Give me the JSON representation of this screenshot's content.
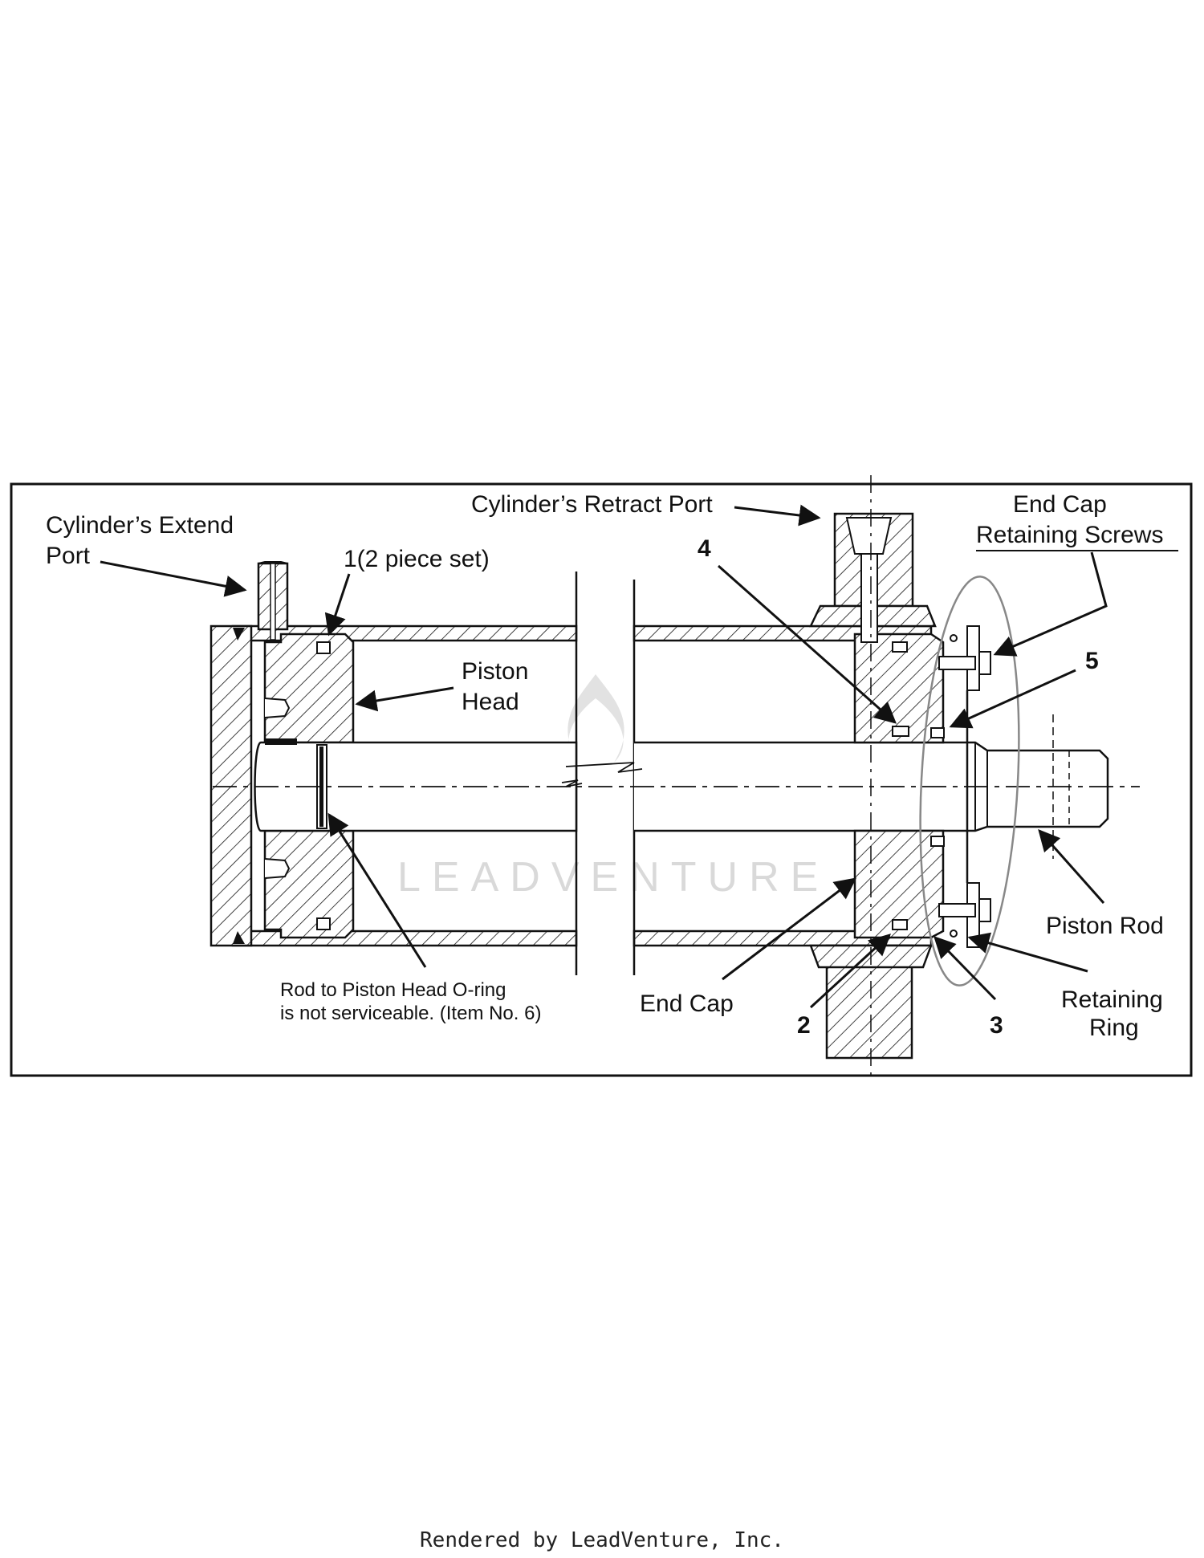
{
  "labels": {
    "extend_port": [
      "Cylinder’s Extend",
      "Port"
    ],
    "one_set": "1(2 piece set)",
    "piston_head": [
      "Piston",
      "Head"
    ],
    "rod_note": [
      "Rod to Piston Head O-ring",
      "is not serviceable. (Item No. 6)"
    ],
    "retract_port": "Cylinder’s Retract Port",
    "end_cap_screws": [
      "End Cap",
      "Retaining Screws"
    ],
    "end_cap": "End Cap",
    "piston_rod": "Piston Rod",
    "retaining_ring": [
      "Retaining",
      "Ring"
    ]
  },
  "item_numbers": {
    "n2": "2",
    "n3": "3",
    "n4": "4",
    "n5": "5"
  },
  "watermark": "LEADVENTURE",
  "footer": "Rendered by LeadVenture, Inc."
}
